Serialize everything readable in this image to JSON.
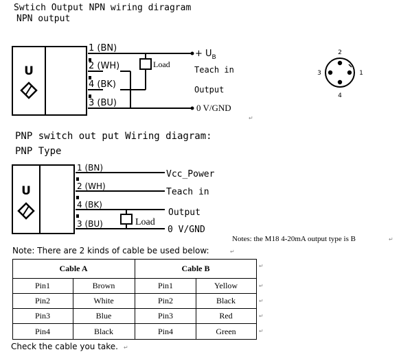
{
  "npn": {
    "title": "Swtich Output NPN wiring diragram",
    "subtitle": "NPN output",
    "sensor_letter": "U",
    "wires": [
      "1 (BN)",
      "2 (WH)",
      "4 (BK)",
      "3 (BU)"
    ],
    "load": "Load",
    "plus_ub": "+ U",
    "ub_sub": "B",
    "teach_in": "Teach in",
    "output": "Output",
    "zero_v": "0 V/GND"
  },
  "connector": {
    "pins": [
      "2",
      "3",
      "1",
      "4"
    ]
  },
  "pnp": {
    "title": "PNP switch out put Wiring diagram:",
    "subtitle": "PNP Type",
    "sensor_letter": "U",
    "wires": [
      "1 (BN)",
      "2 (WH)",
      "4 (BK)",
      "3 (BU)"
    ],
    "vcc": "Vcc_Power",
    "teach_in": "Teach in",
    "output": "Output",
    "load": "Load",
    "zero_v": "0 V/GND"
  },
  "notes": {
    "output_type": "Notes: the M18 4-20mA output type is B",
    "cable_note": "Note:  There are 2 kinds of cable be used below:",
    "check": "Check the cable you take."
  },
  "cable_table": {
    "header_a": "Cable A",
    "header_b": "Cable B",
    "rows": [
      [
        "Pin1",
        "Brown",
        "Pin1",
        "Yellow"
      ],
      [
        "Pin2",
        "White",
        "Pin2",
        "Black"
      ],
      [
        "Pin3",
        "Blue",
        "Pin3",
        "Red"
      ],
      [
        "Pin4",
        "Black",
        "Pin4",
        "Green"
      ]
    ]
  },
  "colors": {
    "ink": "#000000",
    "dashes": "#000000"
  }
}
